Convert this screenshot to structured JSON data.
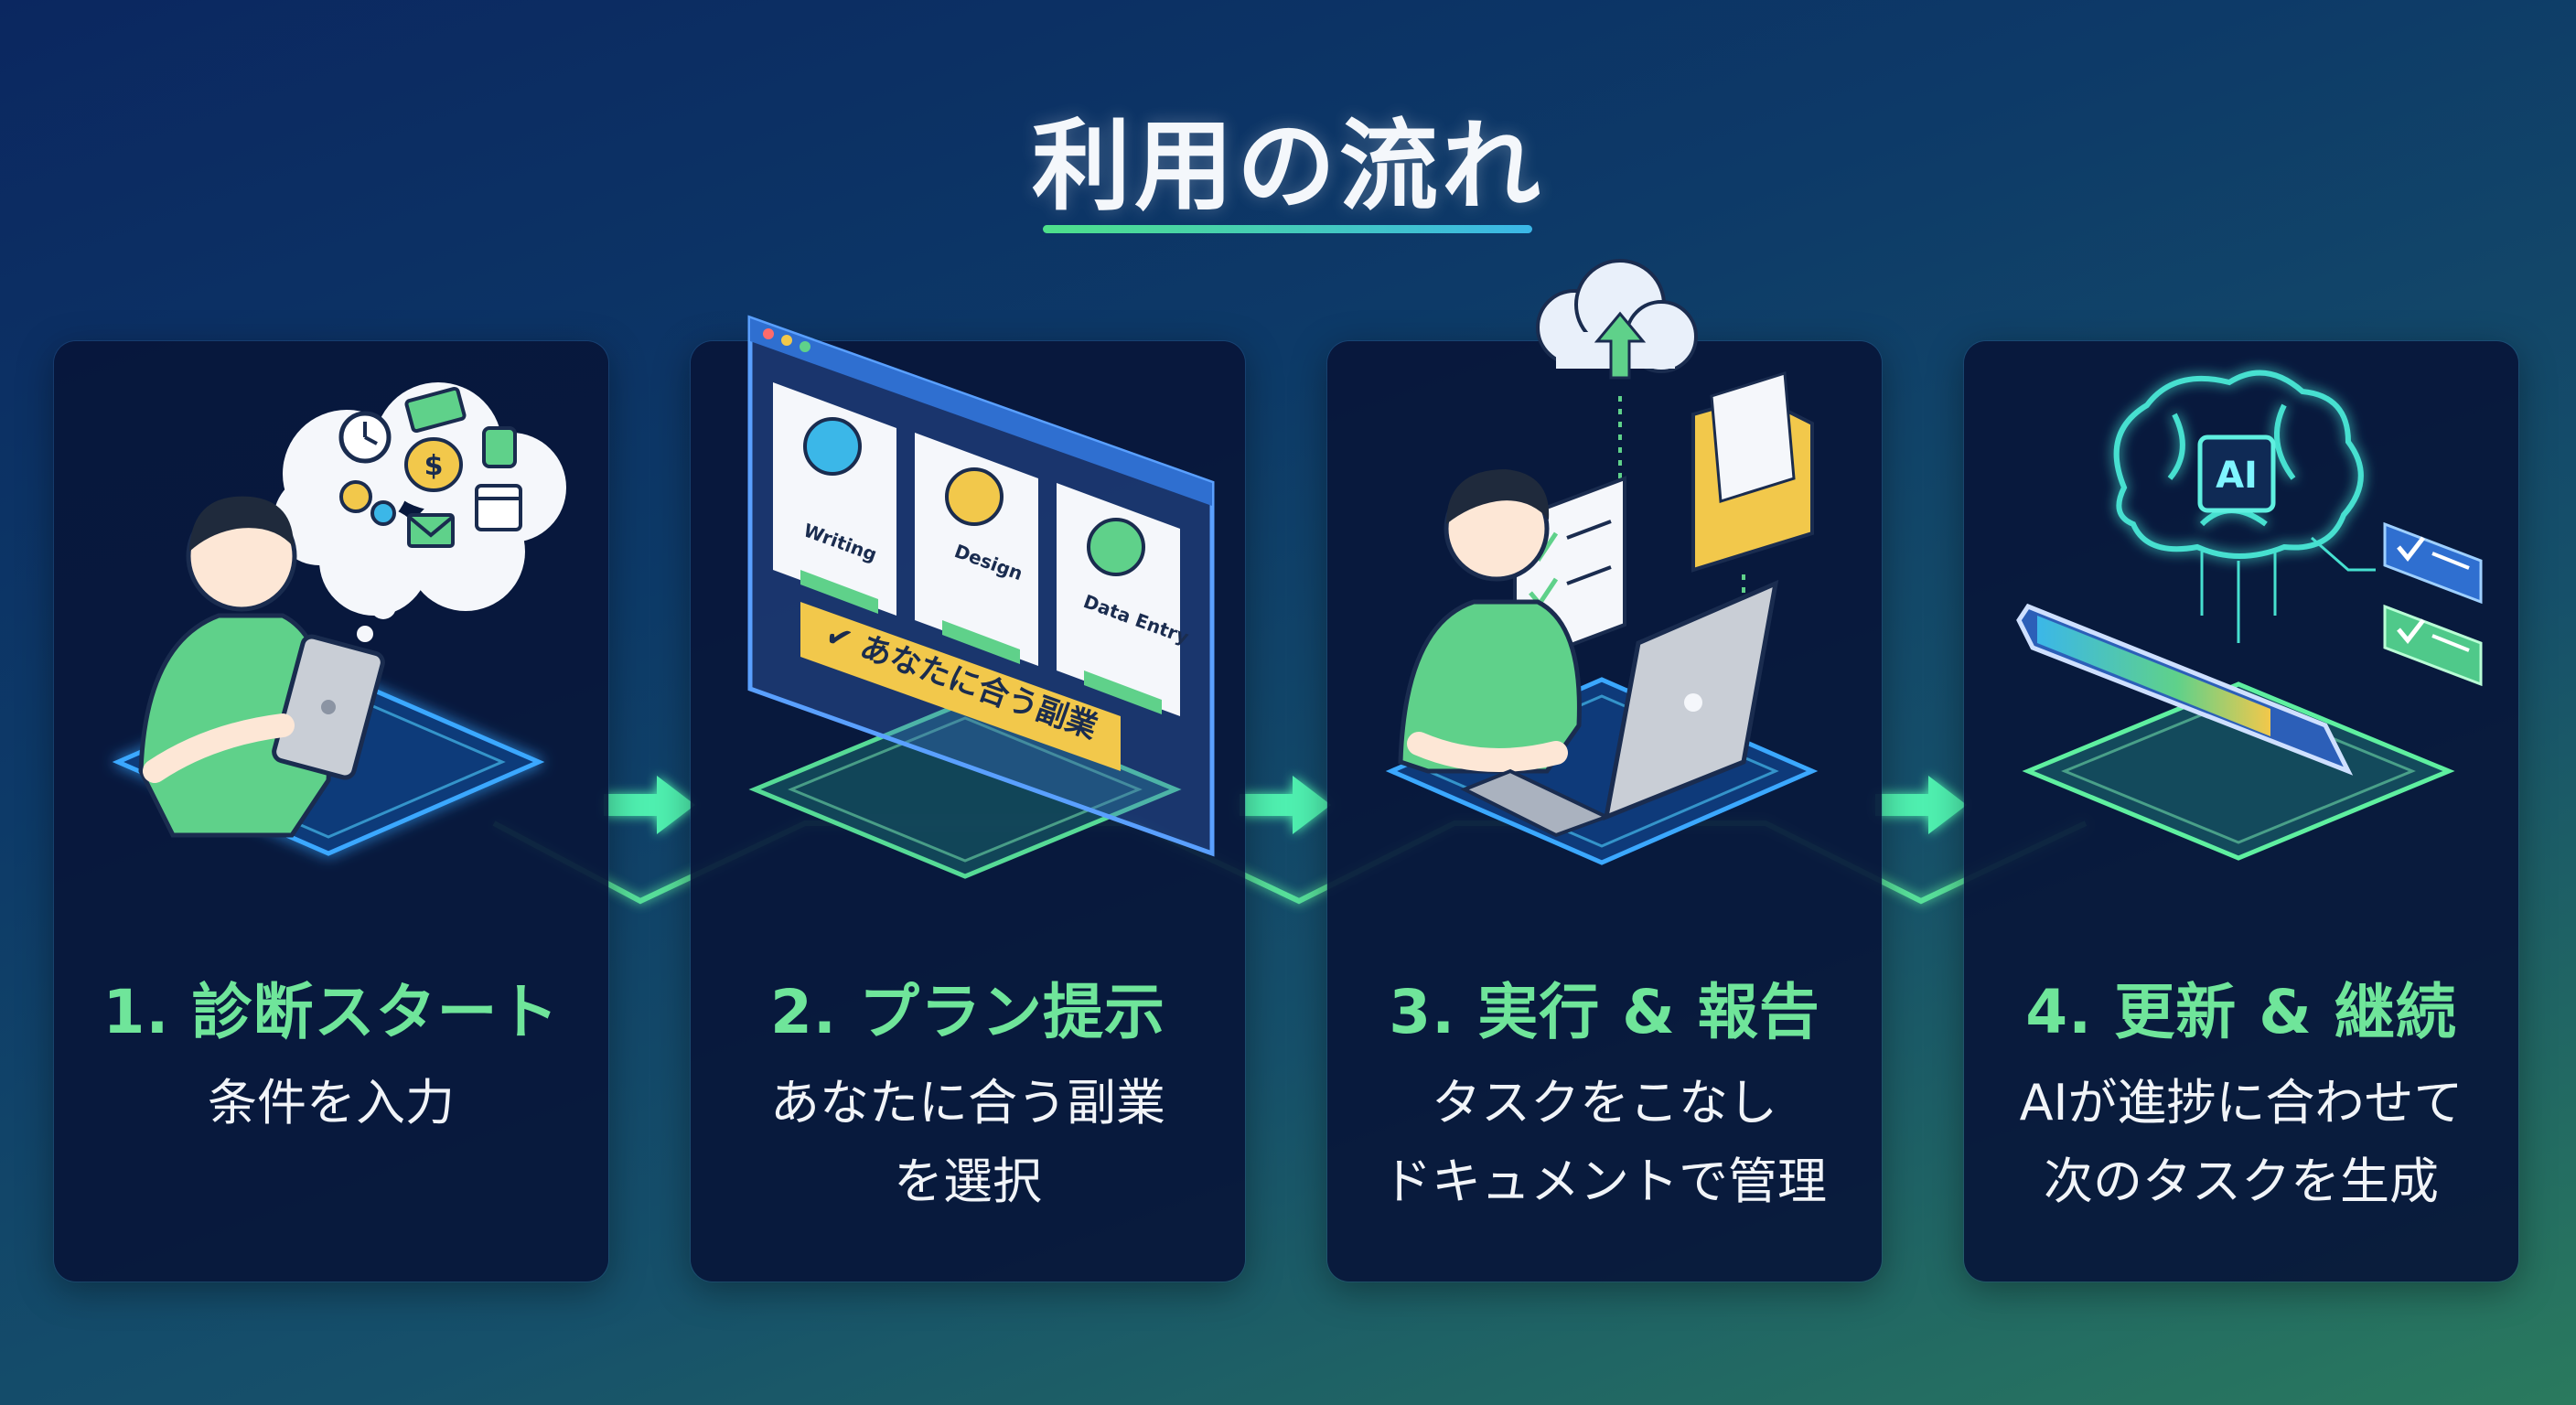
{
  "title": "利用の流れ",
  "steps": [
    {
      "title": "1. 診断スタート",
      "desc": [
        "条件を入力"
      ]
    },
    {
      "title": "2. プラン提示",
      "desc": [
        "あなたに合う副業",
        "を選択"
      ]
    },
    {
      "title": "3. 実行 & 報告",
      "desc": [
        "タスクをこなし",
        "ドキュメントで管理"
      ]
    },
    {
      "title": "4. 更新 & 継続",
      "desc": [
        "AIが進捗に合わせて",
        "次のタスクを生成"
      ]
    }
  ],
  "illustrations": {
    "step2_cards": [
      "Writing",
      "Design",
      "Data Entry"
    ],
    "step2_banner": "あなたに合う副業",
    "step4_chip": "AI"
  },
  "colors": {
    "accent_green": "#6fe59a",
    "accent_cyan": "#3bb7e8",
    "banner_yellow": "#f2c84b"
  }
}
